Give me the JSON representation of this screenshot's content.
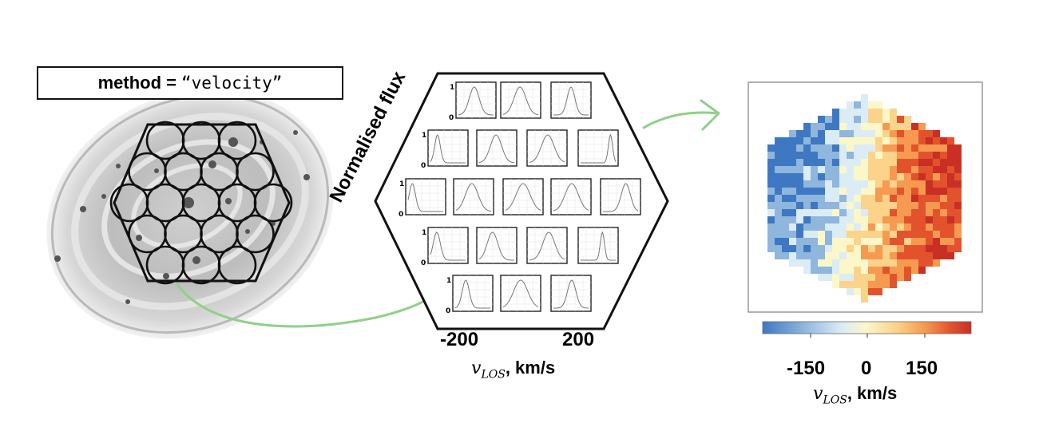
{
  "method_box": {
    "keyword": "method =",
    "value": "“velocity”"
  },
  "spectra_panel": {
    "ylabel": "Normalised flux",
    "xticks": [
      "-200",
      "200"
    ],
    "xlabel_var": "v",
    "xlabel_sub": "LOS",
    "xlabel_unit": ", km/s",
    "mini_axis_top": "1",
    "mini_axis_bottom": "0"
  },
  "velocity_map": {
    "colorbar_ticks": [
      "-150",
      "0",
      "150"
    ],
    "xlabel_var": "v",
    "xlabel_sub": "LOS",
    "xlabel_unit": ", km/s",
    "colormap": [
      "#3e78c2",
      "#8fb6dd",
      "#dcecf5",
      "#fbf7c8",
      "#fbd38a",
      "#f59a50",
      "#e2532d",
      "#c92f25"
    ]
  },
  "colors": {
    "arrow": "#8fd08a",
    "outline": "#111111",
    "galaxy": "#a9a9a9"
  }
}
